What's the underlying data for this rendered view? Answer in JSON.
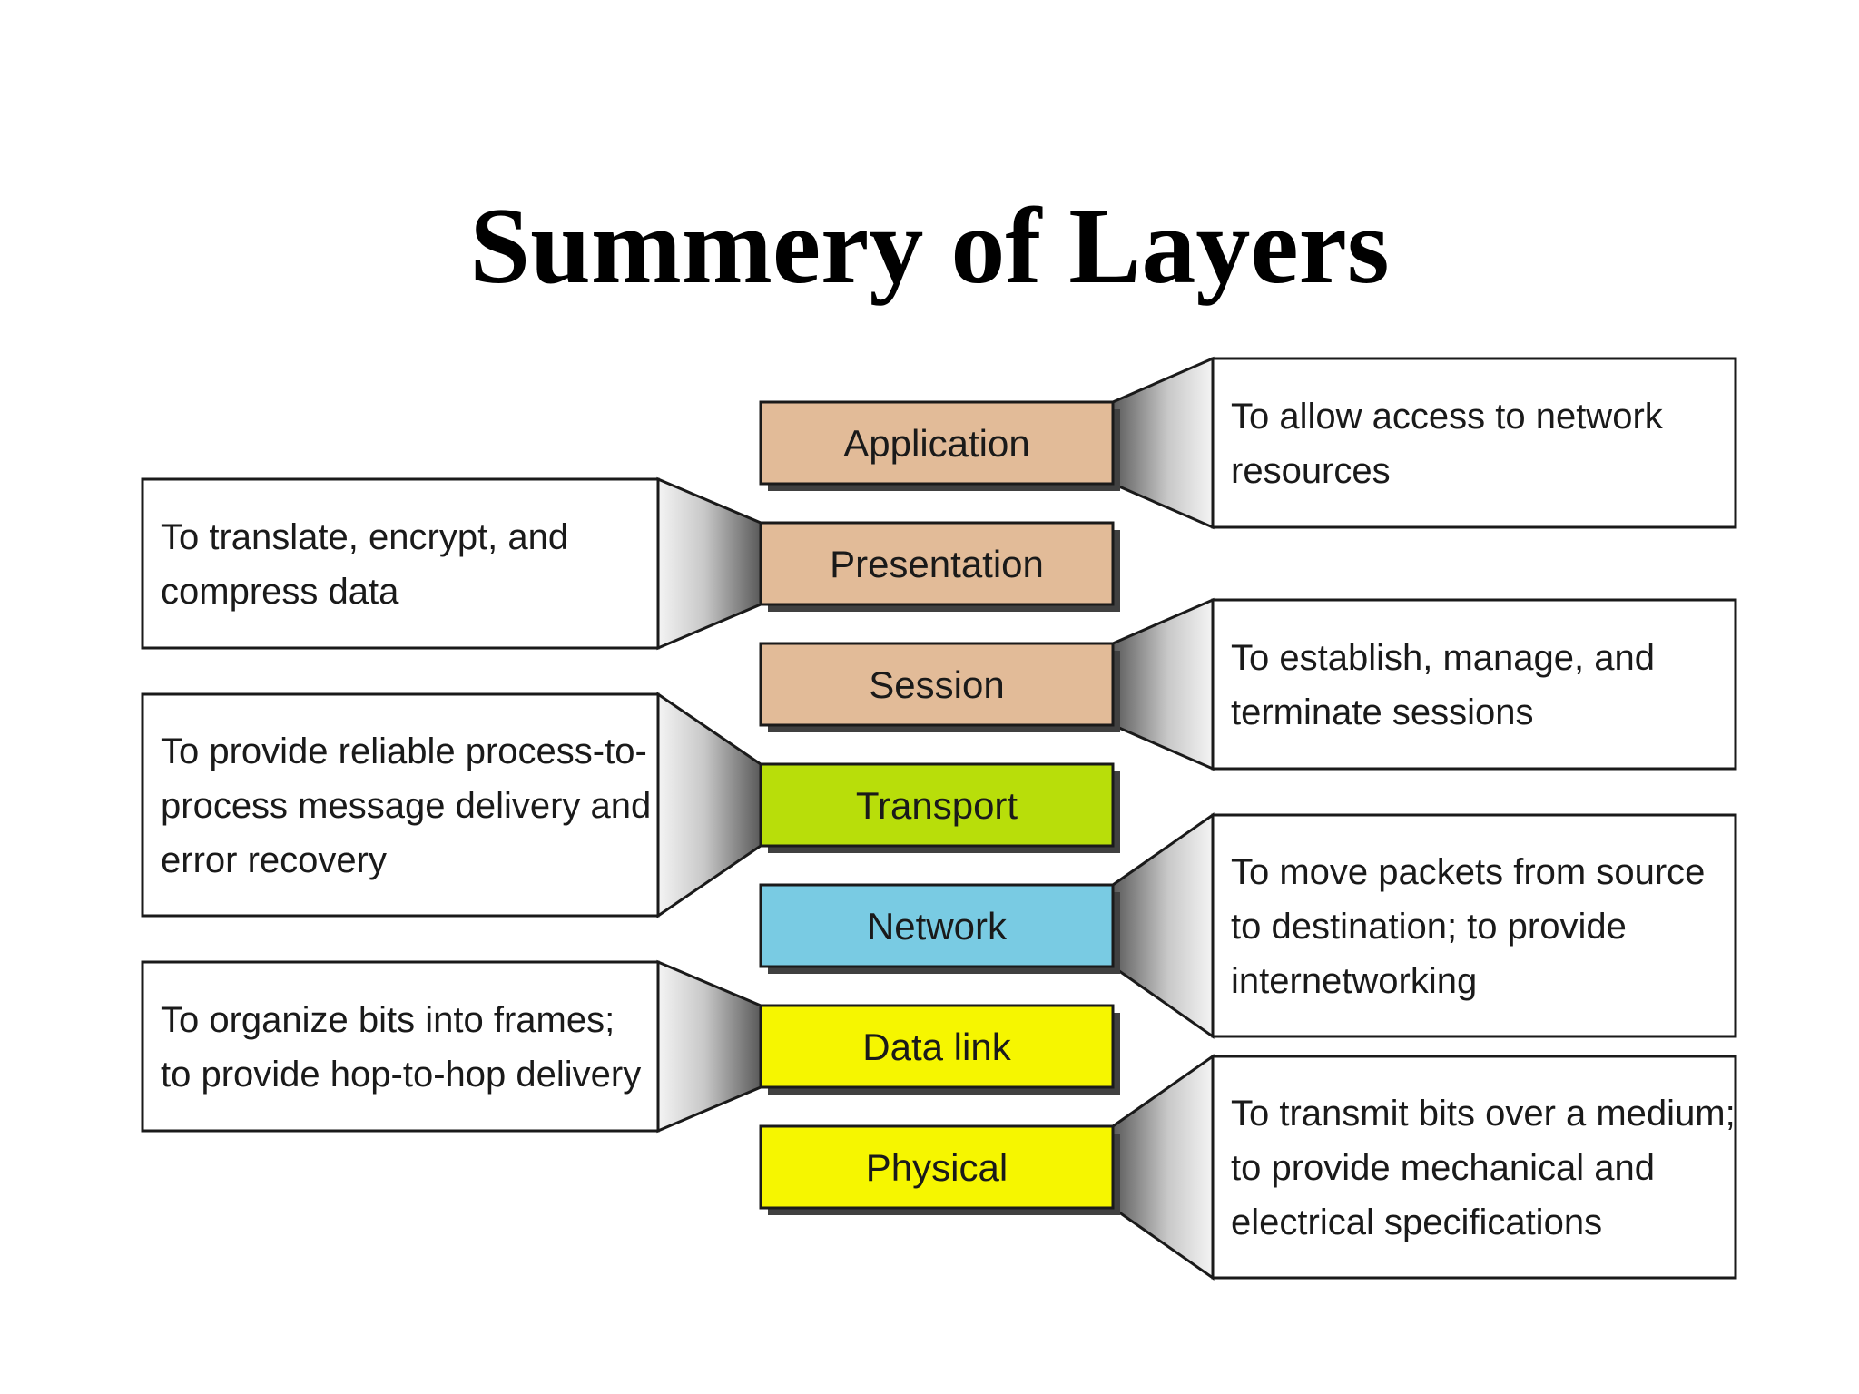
{
  "title": "Summery of Layers",
  "colors": {
    "upper_layers": "#e2bb98",
    "transport": "#b8de0a",
    "network": "#79cbe3",
    "lower_layers": "#f6f600",
    "box_border": "#1a1a1a"
  },
  "layers": [
    {
      "id": "application",
      "label": "Application",
      "fill": "#e2bb98"
    },
    {
      "id": "presentation",
      "label": "Presentation",
      "fill": "#e2bb98"
    },
    {
      "id": "session",
      "label": "Session",
      "fill": "#e2bb98"
    },
    {
      "id": "transport",
      "label": "Transport",
      "fill": "#b8de0a"
    },
    {
      "id": "network",
      "label": "Network",
      "fill": "#79cbe3"
    },
    {
      "id": "data-link",
      "label": "Data link",
      "fill": "#f6f600"
    },
    {
      "id": "physical",
      "label": "Physical",
      "fill": "#f6f600"
    }
  ],
  "descriptions": [
    {
      "layer": "application",
      "side": "right",
      "lines": [
        "To allow access to network",
        "resources"
      ]
    },
    {
      "layer": "presentation",
      "side": "left",
      "lines": [
        "To translate, encrypt, and",
        "compress data"
      ]
    },
    {
      "layer": "session",
      "side": "right",
      "lines": [
        "To establish, manage, and",
        "terminate sessions"
      ]
    },
    {
      "layer": "transport",
      "side": "left",
      "lines": [
        "To provide reliable process-to-",
        "process message delivery and",
        "error recovery"
      ]
    },
    {
      "layer": "network",
      "side": "right",
      "lines": [
        "To move packets from source",
        "to destination; to provide",
        "internetworking"
      ]
    },
    {
      "layer": "data-link",
      "side": "left",
      "lines": [
        "To organize bits into frames;",
        "to provide hop-to-hop delivery"
      ]
    },
    {
      "layer": "physical",
      "side": "right",
      "lines": [
        "To transmit bits over a medium;",
        "to provide mechanical and",
        "electrical specifications"
      ]
    }
  ]
}
